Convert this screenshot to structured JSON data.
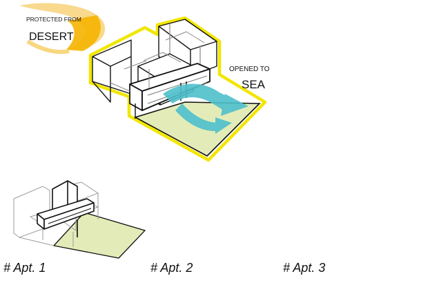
{
  "diagram": {
    "top_left_caption": {
      "line1": "PROTECTED FROM",
      "line2": "DESERT"
    },
    "right_caption": {
      "line1": "OPENED TO",
      "line2": "SEA"
    },
    "apartments": [
      {
        "label": "# Apt. 1"
      },
      {
        "label": "# Apt. 2"
      },
      {
        "label": "# Apt. 3"
      }
    ]
  },
  "colors": {
    "highlight_outline": "#f2e600",
    "desert_swirl": "#f5b400",
    "sea_arrows": "#4ec0cc",
    "terrace_fill": "#e3ecb8",
    "stroke": "#111111",
    "ghost_stroke": "#9a9a9a"
  }
}
